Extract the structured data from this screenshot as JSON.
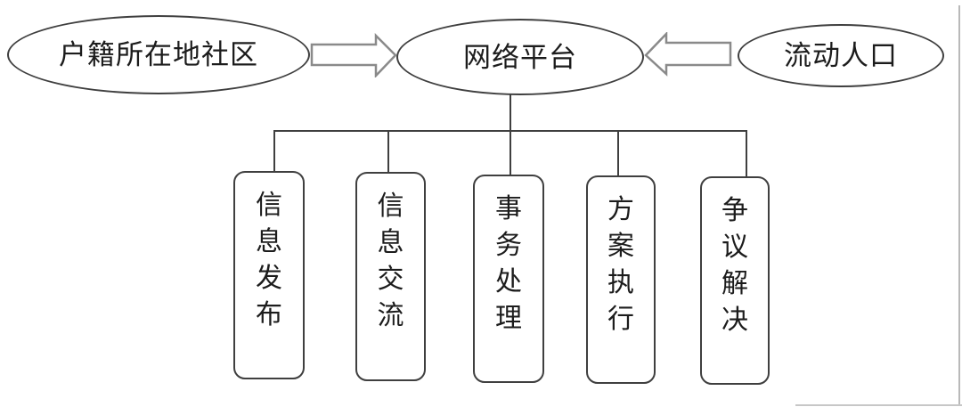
{
  "diagram": {
    "title_hint": "network platform service flowchart",
    "nodes": {
      "left_ellipse": {
        "label": "户籍所在地社区"
      },
      "center_ellipse": {
        "label": "网络平台"
      },
      "right_ellipse": {
        "label": "流动人口"
      }
    },
    "arrows": [
      {
        "name": "household-community-to-platform",
        "direction": "right"
      },
      {
        "name": "floating-population-to-platform",
        "direction": "left"
      }
    ],
    "functions": [
      {
        "label": "信息发布"
      },
      {
        "label": "信息交流"
      },
      {
        "label": "事务处理"
      },
      {
        "label": "方案执行"
      },
      {
        "label": "争议解决"
      }
    ],
    "colors": {
      "stroke": "#3f3f3f",
      "arrow_stroke": "#8a8a8a",
      "text": "#1c1c1c",
      "edge_artifact": "#b9b9b9"
    }
  }
}
